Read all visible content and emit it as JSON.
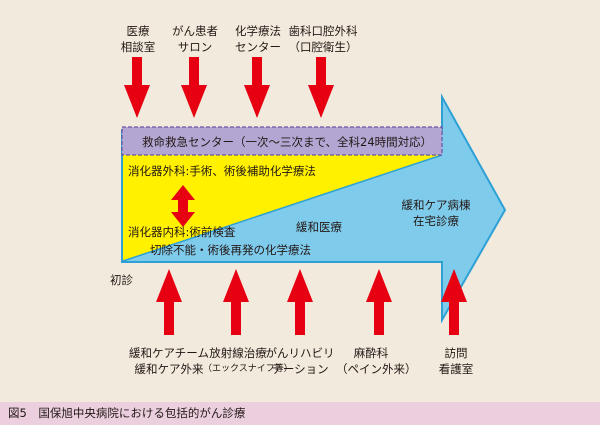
{
  "top_labels": [
    {
      "line1": "医療",
      "line2": "相談室"
    },
    {
      "line1": "がん患者",
      "line2": "サロン"
    },
    {
      "line1": "化学療法",
      "line2": "センター"
    },
    {
      "line1": "歯科口腔外科",
      "line2": "（口腔衛生）"
    }
  ],
  "bottom_labels": [
    {
      "line1": "緩和ケアチーム",
      "line2": "緩和ケア外来"
    },
    {
      "line1": "放射線治療",
      "line2": "（エックスナイフ等）"
    },
    {
      "line1": "がんリハビリ",
      "line2": "テーション"
    },
    {
      "line1": "麻酔科",
      "line2": "（ペイン外来）"
    },
    {
      "line1": "訪問",
      "line2": "看護室"
    }
  ],
  "emergency_bar": "救命救急センター（一次〜三次まで、全科24時間対応）",
  "surgery_text": "消化器外科:手術、術後補助化学療法",
  "internal_text": "消化器内科:術前検査",
  "chemo_text": "切除不能・術後再発の化学療法",
  "palliative_text": "緩和医療",
  "ward_line1": "緩和ケア病棟",
  "ward_line2": "在宅診療",
  "first_visit": "初診",
  "caption": "図5　国保旭中央病院における包括的がん診療",
  "colors": {
    "arrow_blue": "#7ecbec",
    "arrow_stroke": "#2ea0d6",
    "yellow": "#fff100",
    "purple": "#b3a6d3",
    "purple_border": "#6a56a4",
    "red": "#e60012",
    "background": "#f2ebdd",
    "caption_bg": "#ebcfdf"
  }
}
